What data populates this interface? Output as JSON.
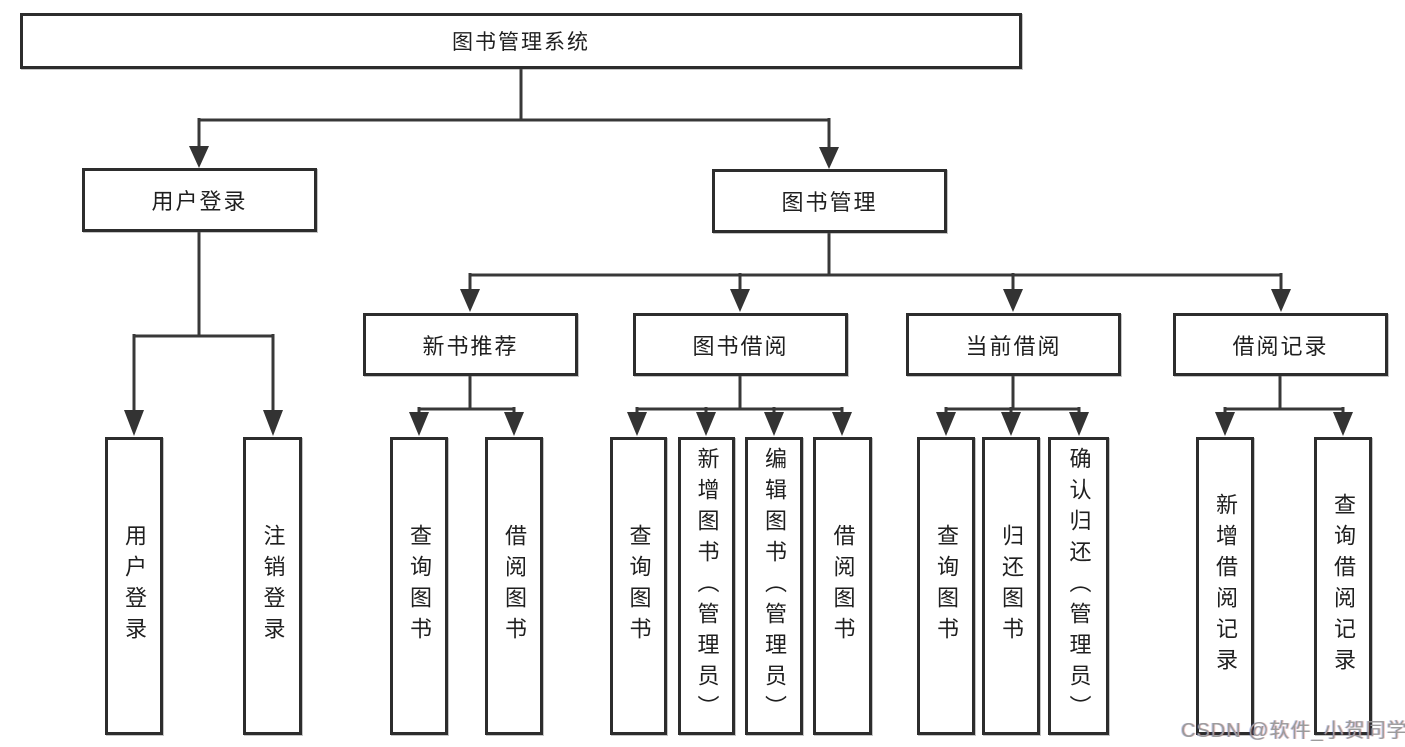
{
  "tree": {
    "root": "图书管理系统",
    "branches": [
      {
        "label": "用户登录",
        "children": [
          {
            "label": "用户登录"
          },
          {
            "label": "注销登录"
          }
        ]
      },
      {
        "label": "图书管理",
        "children": [
          {
            "label": "新书推荐",
            "children": [
              {
                "label": "查询图书"
              },
              {
                "label": "借阅图书"
              }
            ]
          },
          {
            "label": "图书借阅",
            "children": [
              {
                "label": "查询图书"
              },
              {
                "label": "新增图书（管理员）"
              },
              {
                "label": "编辑图书（管理员）"
              },
              {
                "label": "借阅图书"
              }
            ]
          },
          {
            "label": "当前借阅",
            "children": [
              {
                "label": "查询图书"
              },
              {
                "label": "归还图书"
              },
              {
                "label": "确认归还（管理员）"
              }
            ]
          },
          {
            "label": "借阅记录",
            "children": [
              {
                "label": "新增借阅记录"
              },
              {
                "label": "查询借阅记录"
              }
            ]
          }
        ]
      }
    ]
  },
  "watermark": {
    "text": "CSDN @软件_小贺同学"
  },
  "colors": {
    "line": "#383838",
    "arrow": "#333333",
    "box_border": "#2d2d2d",
    "watermark": "#9b9b9b"
  }
}
